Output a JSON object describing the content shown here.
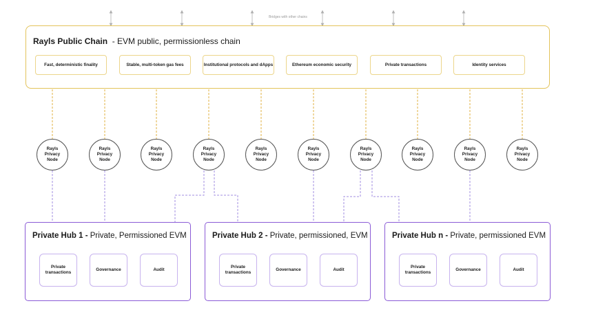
{
  "bridges_label": "Bridges with other chains",
  "public_chain": {
    "title": "Rayls Public Chain",
    "subtitle": "- EVM public, permissionless chain",
    "features": [
      "Fast, deterministic finality",
      "Stable, multi-token gas fees",
      "Institutional protocols and dApps",
      "Ethereum economic security",
      "Private transactions",
      "Identity services"
    ]
  },
  "nodes": [
    [
      "Rayls",
      "Privacy",
      "Node"
    ],
    [
      "Rayls",
      "Privacy",
      "Node"
    ],
    [
      "Rayls",
      "Privacy",
      "Node"
    ],
    [
      "Rayls",
      "Privacy",
      "Node"
    ],
    [
      "Rayls",
      "Privacy",
      "Node"
    ],
    [
      "Rayls",
      "Privacy",
      "Node"
    ],
    [
      "Rayls",
      "Privacy",
      "Node"
    ],
    [
      "Rayls",
      "Privacy",
      "Node"
    ],
    [
      "Rayls",
      "Privacy",
      "Node"
    ],
    [
      "Rayls",
      "Privacy",
      "Node"
    ]
  ],
  "hubs": [
    {
      "title": "Private Hub 1 -",
      "subtitle": "Private, Permissioned EVM",
      "items": [
        [
          "Private",
          "transactions"
        ],
        [
          "Governance"
        ],
        [
          "Audit"
        ]
      ]
    },
    {
      "title": "Private Hub 2 -",
      "subtitle": "Private, permissioned, EVM",
      "items": [
        [
          "Private",
          "transactions"
        ],
        [
          "Governance"
        ],
        [
          "Audit"
        ]
      ]
    },
    {
      "title": "Private Hub n -",
      "subtitle": "Private, permissioned EVM",
      "items": [
        [
          "Private",
          "transactions"
        ],
        [
          "Governance"
        ],
        [
          "Audit"
        ]
      ]
    }
  ],
  "colors": {
    "public_border": "#e3c35a",
    "public_connector": "#e0b040",
    "private_border": "#8a5ad6",
    "private_connector": "#a08ee0",
    "node_border": "#555555",
    "bridge_arrow": "#b0b0b0"
  }
}
